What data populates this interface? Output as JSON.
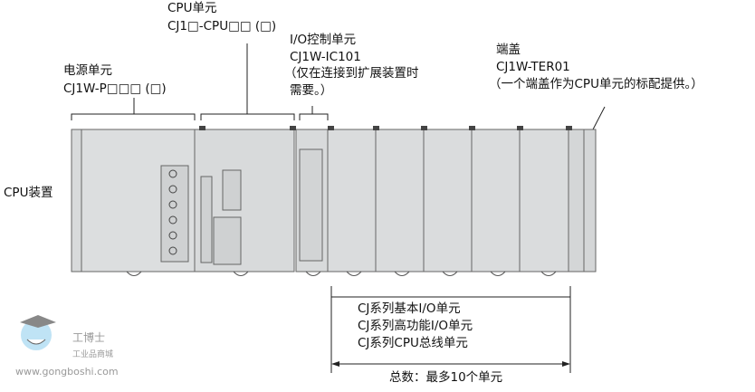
{
  "cpu_unit": {
    "title": "CPU单元",
    "model": "CJ1□-CPU□□ (□)"
  },
  "io_control_unit": {
    "title": "I/O控制单元",
    "model": "CJ1W-IC101",
    "note_line1": "（仅在连接到扩展装置时",
    "note_line2": "需要。）"
  },
  "power_unit": {
    "title": "电源单元",
    "model": "CJ1W-P□□□ (□)"
  },
  "end_cover": {
    "title": "端盖",
    "model": "CJ1W-TER01",
    "note": "（一个端盖作为CPU单元的标配提供。）"
  },
  "cpu_rack_label": "CPU装置",
  "unit_types": [
    "CJ系列基本I/O单元",
    "CJ系列高功能I/O单元",
    "CJ系列CPU总线单元"
  ],
  "total": "总数：最多10个单元",
  "watermark": {
    "brand": "工博士",
    "sub": "工业品商城",
    "url": "www.gongboshi.com"
  }
}
